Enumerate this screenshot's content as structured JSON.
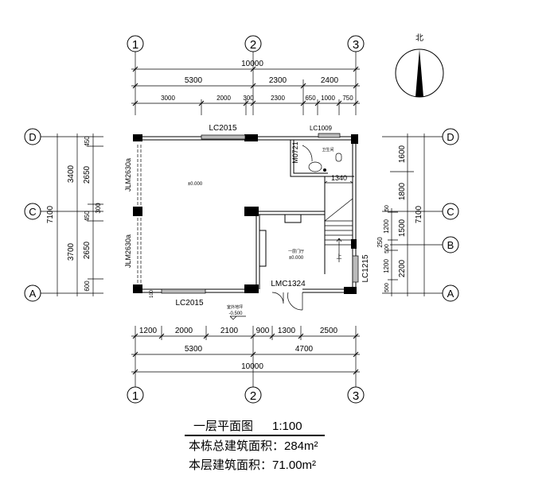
{
  "grid": {
    "columns": [
      "1",
      "2",
      "3"
    ],
    "rows": [
      "D",
      "C",
      "B",
      "A"
    ]
  },
  "top_dims": {
    "overall": "10000",
    "row2": [
      "5300",
      "2300",
      "2400"
    ],
    "row3": [
      "3000",
      "2000",
      "300",
      "2300",
      "650",
      "1000",
      "750"
    ]
  },
  "bottom_dims": {
    "row1": [
      "1200",
      "2000",
      "2100",
      "900",
      "1300",
      "2500"
    ],
    "row2": [
      "5300",
      "4700"
    ],
    "overall": "10000"
  },
  "left_dims": {
    "overall": "7100",
    "row2": [
      "3400",
      "3700"
    ],
    "row3": [
      "450",
      "2650",
      "300",
      "450",
      "2650",
      "600"
    ]
  },
  "right_dims": {
    "overall": "7100",
    "row2": [
      "1600",
      "1800",
      "1500",
      "2200"
    ],
    "row3": [
      "50",
      "1200",
      "250",
      "500",
      "1200",
      "500"
    ]
  },
  "labels": {
    "win_top": "LC2015",
    "win_bath": "LC1009",
    "door_bath": "M0721",
    "jlm_top": "JLM2630a",
    "jlm_bottom": "JLM2630a",
    "win_bottom": "LC2015",
    "win_right": "LC1215",
    "door_entry": "LMC1324",
    "stair_width": "1340",
    "level_main": "±0.000",
    "hall": "一层门厅",
    "level_hall": "±0.000",
    "bathroom": "卫生间",
    "outdoor": "室外地坪",
    "level_outdoor": "-0.500",
    "stair_up": "上",
    "small_dim": "100"
  },
  "north": "北",
  "title": {
    "name": "一层平面图",
    "scale": "1:100",
    "total_area": "本栋总建筑面积：284m²",
    "floor_area": "本层建筑面积：71.00m²"
  }
}
